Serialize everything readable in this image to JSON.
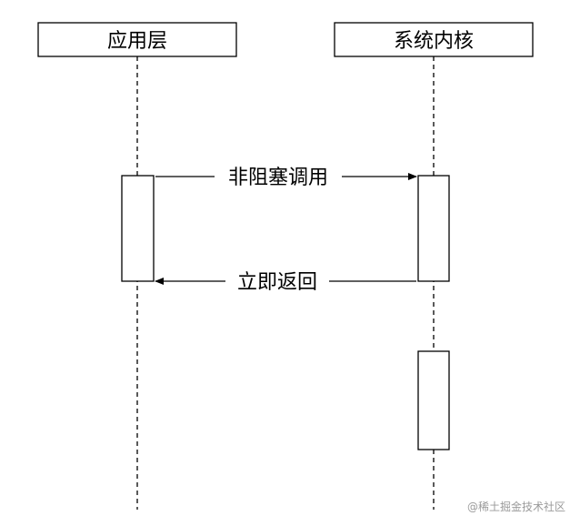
{
  "participants": [
    {
      "label": "应用层"
    },
    {
      "label": "系统内核"
    }
  ],
  "messages": [
    {
      "label": "非阻塞调用",
      "from": 0,
      "to": 1
    },
    {
      "label": "立即返回",
      "from": 1,
      "to": 0
    }
  ],
  "watermark": "@稀土掘金技术社区",
  "colors": {
    "line": "#000000",
    "background": "#ffffff",
    "watermark": "#9a9a9a"
  }
}
